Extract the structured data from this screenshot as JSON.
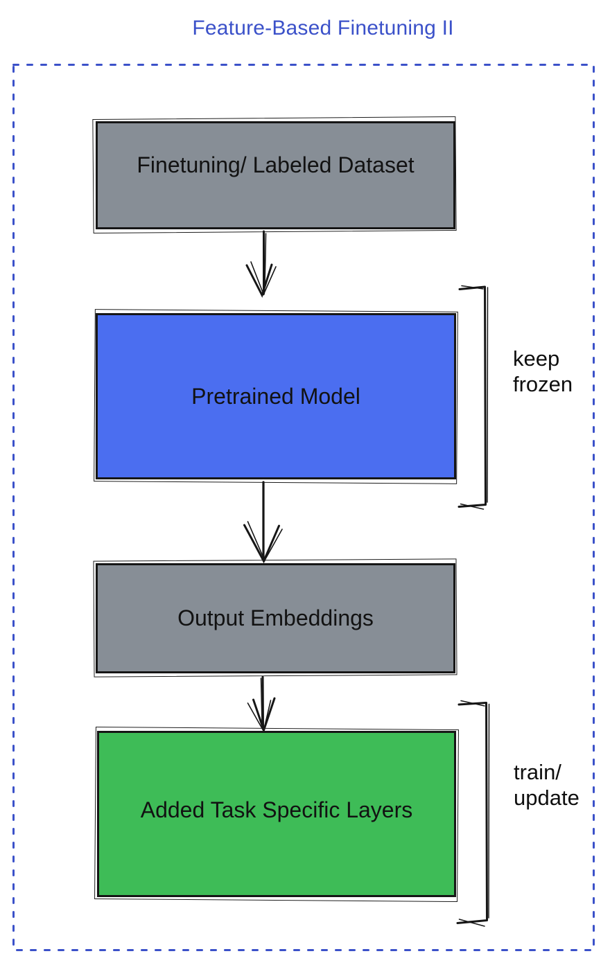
{
  "title": {
    "text": "Feature-Based Finetuning II",
    "color": "#3B51C9"
  },
  "frame": {
    "border_color": "#3B51C9"
  },
  "nodes": [
    {
      "id": "finetuning-dataset",
      "label": "Finetuning/ Labeled Dataset",
      "fill": "#878E96"
    },
    {
      "id": "pretrained-model",
      "label": "Pretrained Model",
      "fill": "#4B6EF0"
    },
    {
      "id": "output-embeddings",
      "label": "Output Embeddings",
      "fill": "#878E96"
    },
    {
      "id": "task-specific-layers",
      "label": "Added Task Specific Layers",
      "fill": "#3EBC57"
    }
  ],
  "connections": [
    {
      "from": "finetuning-dataset",
      "to": "pretrained-model"
    },
    {
      "from": "pretrained-model",
      "to": "output-embeddings"
    },
    {
      "from": "output-embeddings",
      "to": "task-specific-layers"
    }
  ],
  "annotations": [
    {
      "text": "keep\nfrozen",
      "target": "pretrained-model"
    },
    {
      "text": "train/\nupdate",
      "target": "task-specific-layers"
    }
  ]
}
